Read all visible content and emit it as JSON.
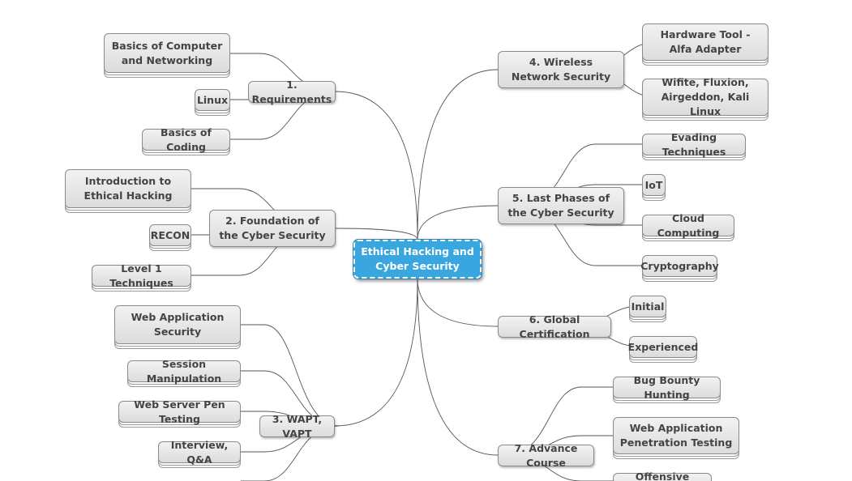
{
  "root": {
    "id": "root",
    "label": "Ethical Hacking and Cyber Security"
  },
  "topics": [
    {
      "id": "t1",
      "label": "1. Requirements",
      "children": [
        {
          "id": "t1a",
          "label": "Basics of Computer and Networking"
        },
        {
          "id": "t1b",
          "label": "Linux"
        },
        {
          "id": "t1c",
          "label": "Basics of Coding"
        }
      ]
    },
    {
      "id": "t2",
      "label": "2. Foundation of the Cyber Security",
      "children": [
        {
          "id": "t2a",
          "label": "Introduction to Ethical Hacking"
        },
        {
          "id": "t2b",
          "label": "RECON"
        },
        {
          "id": "t2c",
          "label": "Level 1 Techniques"
        }
      ]
    },
    {
      "id": "t3",
      "label": "3. WAPT, VAPT",
      "children": [
        {
          "id": "t3a",
          "label": "Web Application Security"
        },
        {
          "id": "t3b",
          "label": "Session Manipulation"
        },
        {
          "id": "t3c",
          "label": "Web Server Pen Testing"
        },
        {
          "id": "t3d",
          "label": "Interview, Q&A"
        }
      ]
    },
    {
      "id": "t4",
      "label": "4. Wireless Network Security",
      "children": [
        {
          "id": "t4a",
          "label": "Hardware Tool - Alfa Adapter"
        },
        {
          "id": "t4b",
          "label": "Wifite, Fluxion, Airgeddon, Kali Linux"
        }
      ]
    },
    {
      "id": "t5",
      "label": "5. Last Phases of the Cyber Security",
      "children": [
        {
          "id": "t5a",
          "label": "Evading Techniques"
        },
        {
          "id": "t5b",
          "label": "IoT"
        },
        {
          "id": "t5c",
          "label": "Cloud Computing"
        },
        {
          "id": "t5d",
          "label": "Cryptography"
        }
      ]
    },
    {
      "id": "t6",
      "label": "6. Global Certification",
      "children": [
        {
          "id": "t6a",
          "label": "Initial"
        },
        {
          "id": "t6b",
          "label": "Experienced"
        }
      ]
    },
    {
      "id": "t7",
      "label": "7. Advance Course",
      "children": [
        {
          "id": "t7a",
          "label": "Bug Bounty Hunting"
        },
        {
          "id": "t7b",
          "label": "Web Application Penetration Testing"
        },
        {
          "id": "t7c",
          "label": "Offensive Security"
        }
      ]
    }
  ]
}
